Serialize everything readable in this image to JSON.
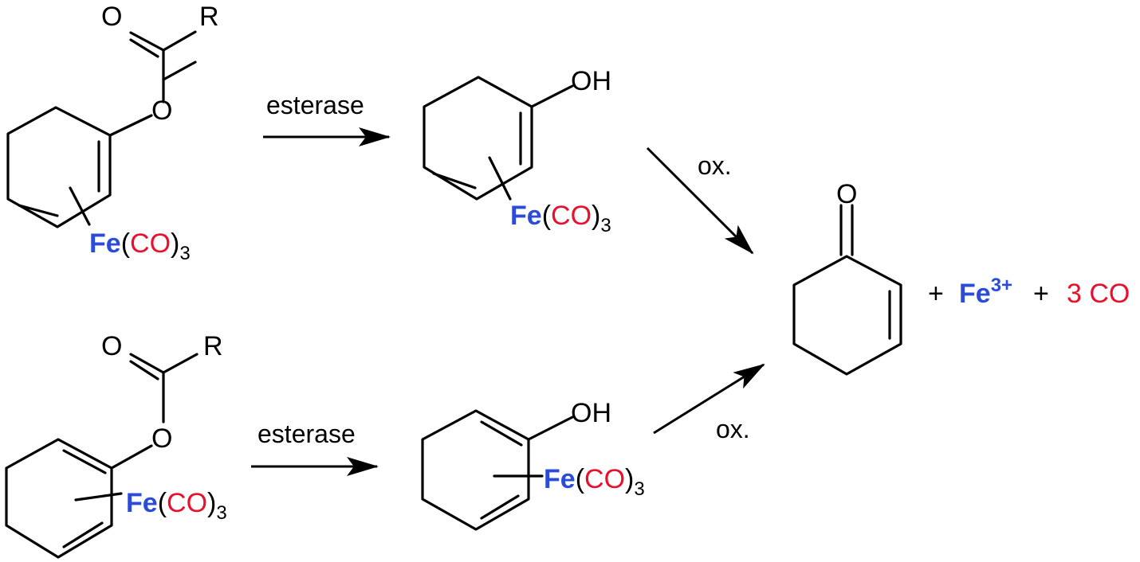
{
  "colors": {
    "iron": "#2b4bd9",
    "carbonyl": "#e8112d",
    "ink": "#000000"
  },
  "labels": {
    "oxygen": "O",
    "substituent": "R",
    "hydroxyl": "OH",
    "iron": "Fe",
    "paren_open": "(",
    "paren_close": ")",
    "carbonyl": "CO",
    "subscript": "3",
    "plus": "+",
    "iron_ion": "Fe",
    "iron_charge": "3+",
    "carbon_monoxide": "3 CO"
  },
  "conditions": {
    "esterase_top": "esterase",
    "esterase_bottom": "esterase",
    "ox_top": "ox.",
    "ox_bottom": "ox."
  }
}
